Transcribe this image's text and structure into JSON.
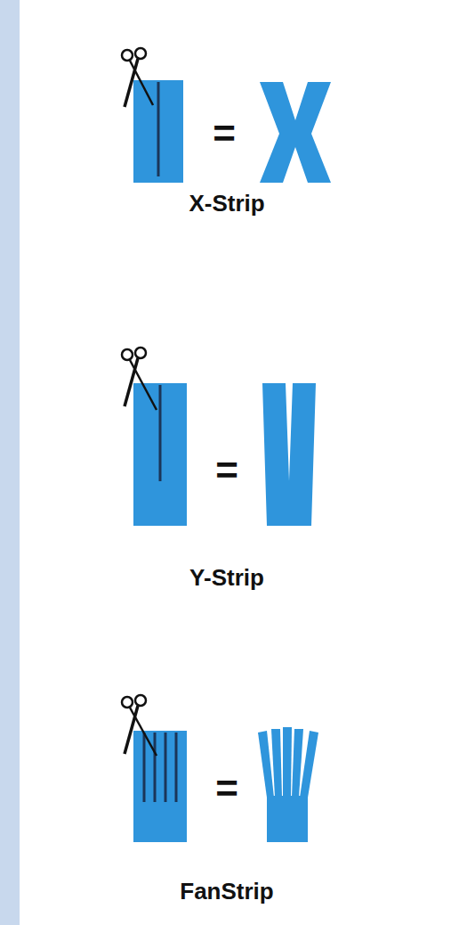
{
  "diagram": {
    "labels": [
      "=",
      "X-Strip",
      "=",
      "Y-Strip",
      "=",
      "FanStrip"
    ]
  }
}
